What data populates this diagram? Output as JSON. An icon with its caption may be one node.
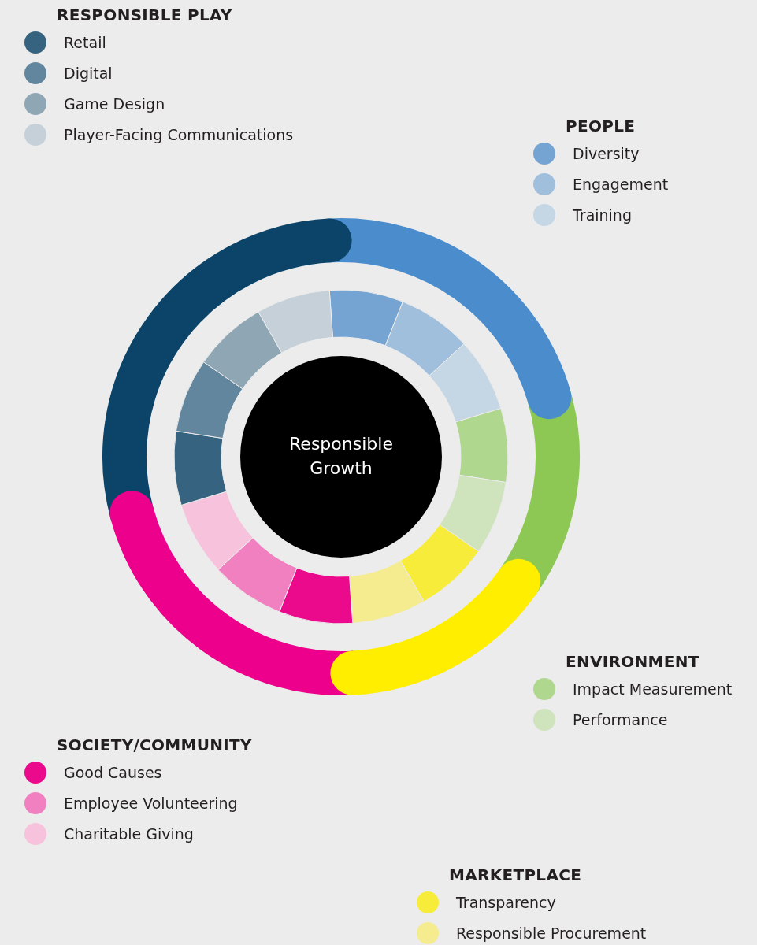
{
  "diagram": {
    "nodes": [
      {
        "text": [
          "Responsible Growth"
        ]
      }
    ],
    "labels": [
      "RESPONSIBLE PLAY",
      "PEOPLE",
      "ENVIRONMENT",
      "SOCIETY/COMMUNITY",
      "MARKETPLACE"
    ],
    "legend": [
      {
        "text": "Retail",
        "color": "#36637f"
      },
      {
        "text": "Digital",
        "color": "#62869e"
      },
      {
        "text": "Game Design",
        "color": "#8fa6b4"
      },
      {
        "text": "Player-Facing Communications",
        "color": "#c5d0d8"
      },
      {
        "text": "Diversity",
        "color": "#75a4d3"
      },
      {
        "text": "Engagement",
        "color": "#a0bfdd"
      },
      {
        "text": "Training",
        "color": "#c5d6e5"
      },
      {
        "text": "Impact Measurement",
        "color": "#b0d78e"
      },
      {
        "text": "Performance",
        "color": "#cfe3bd"
      },
      {
        "text": "Good Causes",
        "color": "#ec0a8c"
      },
      {
        "text": "Employee Volunteering",
        "color": "#f080bf"
      },
      {
        "text": "Charitable Giving",
        "color": "#f7c2dc"
      },
      {
        "text": "Transparency",
        "color": "#f8ec3a"
      },
      {
        "text": "Responsible Procurement",
        "color": "#f4ec8f"
      }
    ]
  }
}
